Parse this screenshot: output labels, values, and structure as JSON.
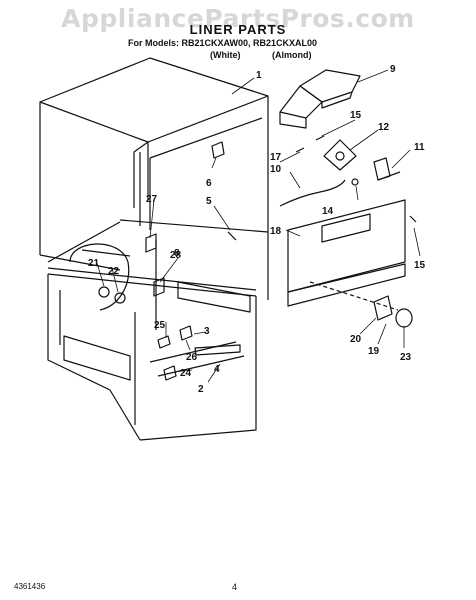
{
  "watermark": "AppliancePartsPros.com",
  "title": "LINER PARTS",
  "models_line": "For Models: RB21CKXAW00, RB21CKXAL00",
  "variants": {
    "white": "(White)",
    "almond": "(Almond)"
  },
  "callouts": [
    "1",
    "2",
    "3",
    "4",
    "5",
    "6",
    "8",
    "9",
    "10",
    "11",
    "12",
    "14",
    "15",
    "15",
    "17",
    "18",
    "19",
    "20",
    "21",
    "22",
    "23",
    "24",
    "25",
    "26",
    "27",
    "28"
  ],
  "footer": {
    "doc_number": "4361436",
    "page_number": "4"
  }
}
